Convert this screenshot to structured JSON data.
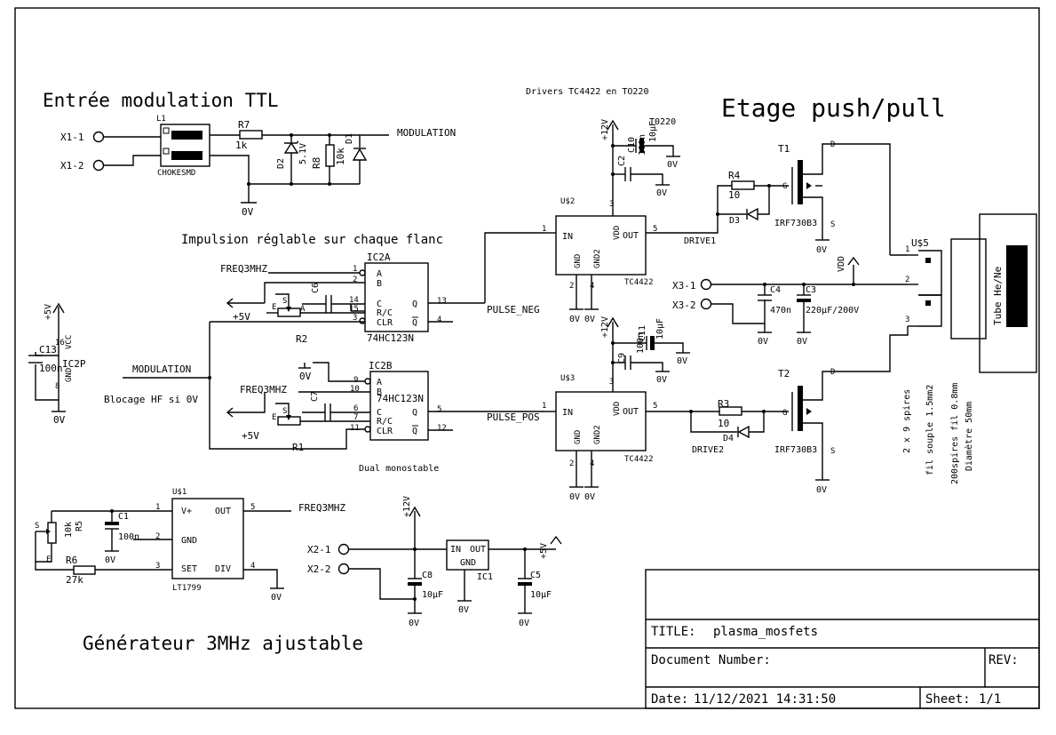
{
  "headings": {
    "ttl_input": "Entrée modulation TTL",
    "drivers": "Drivers TC4422 en TO220",
    "push_pull": "Etage push/pull",
    "pulse": "Impulsion réglable sur chaque flanc",
    "blocking": "Blocage HF si 0V",
    "monostable": "Dual monostable",
    "generator": "Générateur 3MHz ajustable"
  },
  "title_block": {
    "title_label": "TITLE:",
    "title_value": "plasma_mosfets",
    "docnum_label": "Document Number:",
    "rev_label": "REV:",
    "date_label": "Date:",
    "date_value": "11/12/2021 14:31:50",
    "sheet_label": "Sheet:",
    "sheet_value": "1/1"
  },
  "connectors": {
    "x1_1": "X1-1",
    "x1_2": "X1-2",
    "x2_1": "X2-1",
    "x2_2": "X2-2",
    "x3_1": "X3-1",
    "x3_2": "X3-2"
  },
  "nets": {
    "modulation": "MODULATION",
    "freq3mhz": "FREQ3MHZ",
    "pulse_neg": "PULSE_NEG",
    "pulse_pos": "PULSE_POS",
    "drive1": "DRIVE1",
    "drive2": "DRIVE2",
    "gnd": "0V",
    "vdd": "VDD",
    "p12v": "+12V",
    "p5v": "+5V"
  },
  "components": {
    "l1": "L1",
    "l1_val": "CHOKESMD",
    "r7": "R7",
    "r7_val": "1k",
    "d2": "D2",
    "d2_val": "5.1V",
    "r8": "R8",
    "r8_val": "10k",
    "d1": "D1",
    "c13": "C13",
    "c13_val": "100n",
    "ic2p": "IC2P",
    "vcc": "VCC",
    "gnd_pin": "GND",
    "ic2a": "IC2A",
    "ic2a_type": "74HC123N",
    "ic2b": "IC2B",
    "ic2b_type": "74HC123N",
    "r2": "R2",
    "r1": "R1",
    "c6": "C6",
    "c7": "C7",
    "us2": "U$2",
    "us3": "U$3",
    "tc4422": "TC4422",
    "c10": "C10",
    "c10_a": "100n",
    "c10_b": "10µF",
    "c2": "C2",
    "c9": "C9",
    "c9_a": "100n",
    "c9_mid": "C11",
    "c9_b": "10µF",
    "r4": "R4",
    "r4_val": "10",
    "d3": "D3",
    "r3": "R3",
    "r3_val": "10",
    "d4": "D4",
    "t1": "T1",
    "t2": "T2",
    "irf": "IRF730B3",
    "c4": "C4",
    "c4_val": "470n",
    "c3": "C3",
    "c3_val": "220µF/200V",
    "us5": "U$5",
    "tube": "Tube He/Ne",
    "us1": "U$1",
    "lt1799": "LT1799",
    "c1": "C1",
    "c1_val": "100n",
    "r5": "R5",
    "r5_val": "10k",
    "r6": "R6",
    "r6_val": "27k",
    "ic1": "IC1",
    "c8": "C8",
    "c8_val": "10µF",
    "c5": "C5",
    "c5_val": "10µF"
  },
  "pins": {
    "in": "IN",
    "out": "OUT",
    "vdd": "VDD",
    "gnd": "GND",
    "gnd2": "GND2",
    "a": "A",
    "b": "B",
    "c": "C",
    "rc": "R/C",
    "clr": "CLR",
    "q": "Q",
    "qn": "Q",
    "vplus": "V+",
    "set": "SET",
    "div": "DIV",
    "e": "E",
    "s": "S",
    "g": "G",
    "d": "D"
  },
  "coil_notes": {
    "turns": "2 x 9 spires",
    "wire": "fil souple 1.5mm2",
    "secondary": "200spires fil 0.8mm",
    "diameter": "Diamètre 50mm"
  }
}
